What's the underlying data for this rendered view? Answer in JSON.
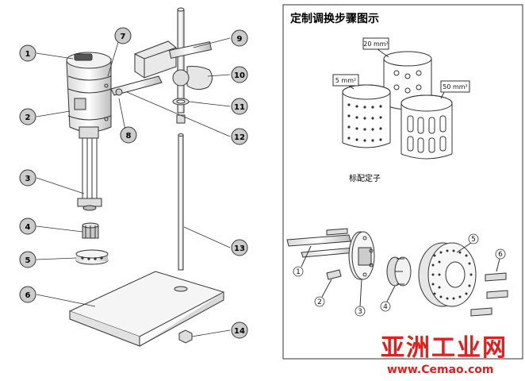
{
  "left": {
    "callouts": [
      {
        "n": "1"
      },
      {
        "n": "2"
      },
      {
        "n": "3"
      },
      {
        "n": "4"
      },
      {
        "n": "5"
      },
      {
        "n": "6"
      },
      {
        "n": "7"
      },
      {
        "n": "8"
      },
      {
        "n": "9"
      },
      {
        "n": "10"
      },
      {
        "n": "11"
      },
      {
        "n": "12"
      },
      {
        "n": "13"
      },
      {
        "n": "14"
      }
    ]
  },
  "right": {
    "title": "定制调换步骤图示",
    "stator_caption": "标配定子",
    "mesh_labels": {
      "fine": "5 mm²",
      "medium": "20 mm²",
      "coarse": "50 mm²"
    },
    "assembly_labels": [
      "1",
      "2",
      "3",
      "4",
      "5",
      "6"
    ]
  },
  "watermark": {
    "cn": "亚洲工业网",
    "url": "www.Cemao.com"
  },
  "colors": {
    "callout_fill": "#cccccc",
    "watermark": "#e0201c",
    "line": "#333333"
  }
}
